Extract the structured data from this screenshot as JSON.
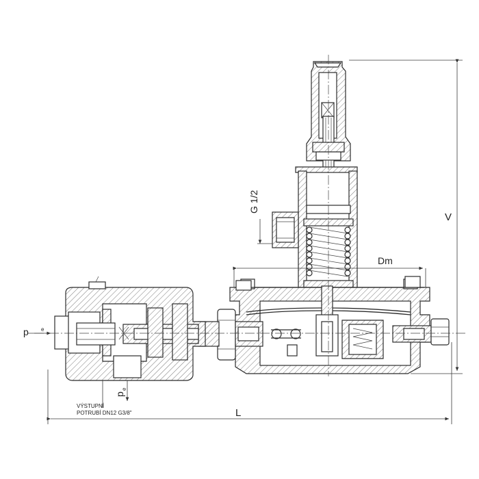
{
  "labels": {
    "dim_L": "L",
    "dim_V": "V",
    "dim_Dm": "Dm",
    "thread_vertical": "G 1/2",
    "pressure_in_main": "p",
    "pressure_in_sub": "e",
    "pressure_out_main": "p",
    "pressure_out_sub": "e",
    "outlet_line1": "VÝSTUPNÍ",
    "outlet_line2": "POTRUBÍ DN12 G3/8\""
  }
}
